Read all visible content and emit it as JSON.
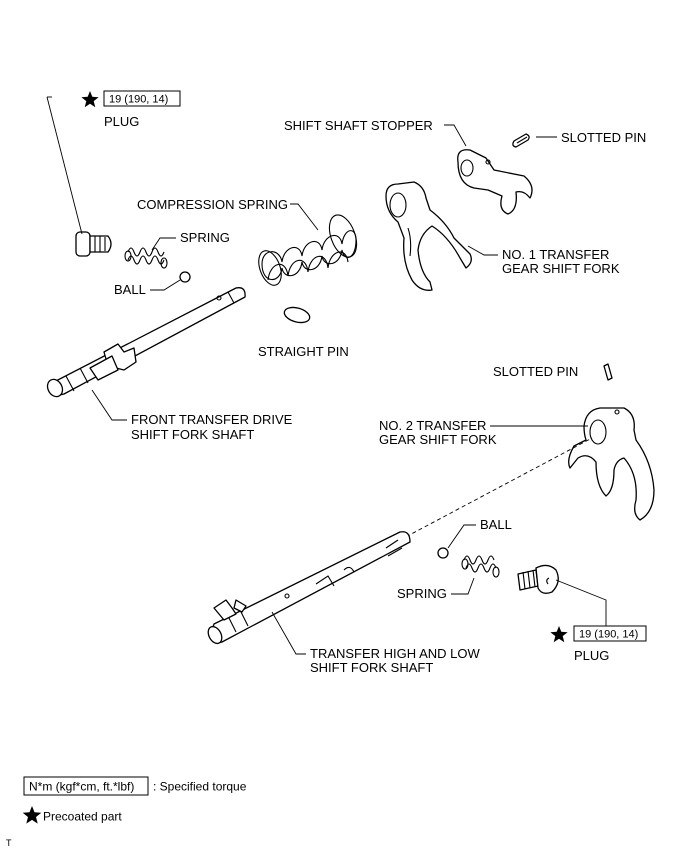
{
  "labels": {
    "plug_top": "PLUG",
    "spring_top": "SPRING",
    "ball_top": "BALL",
    "compression_spring": "COMPRESSION SPRING",
    "straight_pin": "STRAIGHT PIN",
    "front_shaft_line1": "FRONT TRANSFER DRIVE",
    "front_shaft_line2": "SHIFT FORK SHAFT",
    "shift_shaft_stopper": "SHIFT SHAFT STOPPER",
    "slotted_pin_top": "SLOTTED PIN",
    "fork1_line1": "NO. 1 TRANSFER",
    "fork1_line2": "GEAR SHIFT FORK",
    "slotted_pin_mid": "SLOTTED PIN",
    "fork2_line1": "NO. 2 TRANSFER",
    "fork2_line2": "GEAR SHIFT FORK",
    "ball_bottom": "BALL",
    "spring_bottom": "SPRING",
    "plug_bottom": "PLUG",
    "high_low_line1": "TRANSFER HIGH AND LOW",
    "high_low_line2": "SHIFT FORK SHAFT"
  },
  "torque": {
    "plug_top": "19 (190, 14)",
    "plug_bottom": "19 (190, 14)"
  },
  "legend": {
    "torque_unit": "N*m (kgf*cm, ft.*lbf)",
    "torque_desc": ": Specified torque",
    "precoated_desc": "Precoated part"
  },
  "corner_mark": "T",
  "icons": {
    "precoated": "star-icon"
  }
}
